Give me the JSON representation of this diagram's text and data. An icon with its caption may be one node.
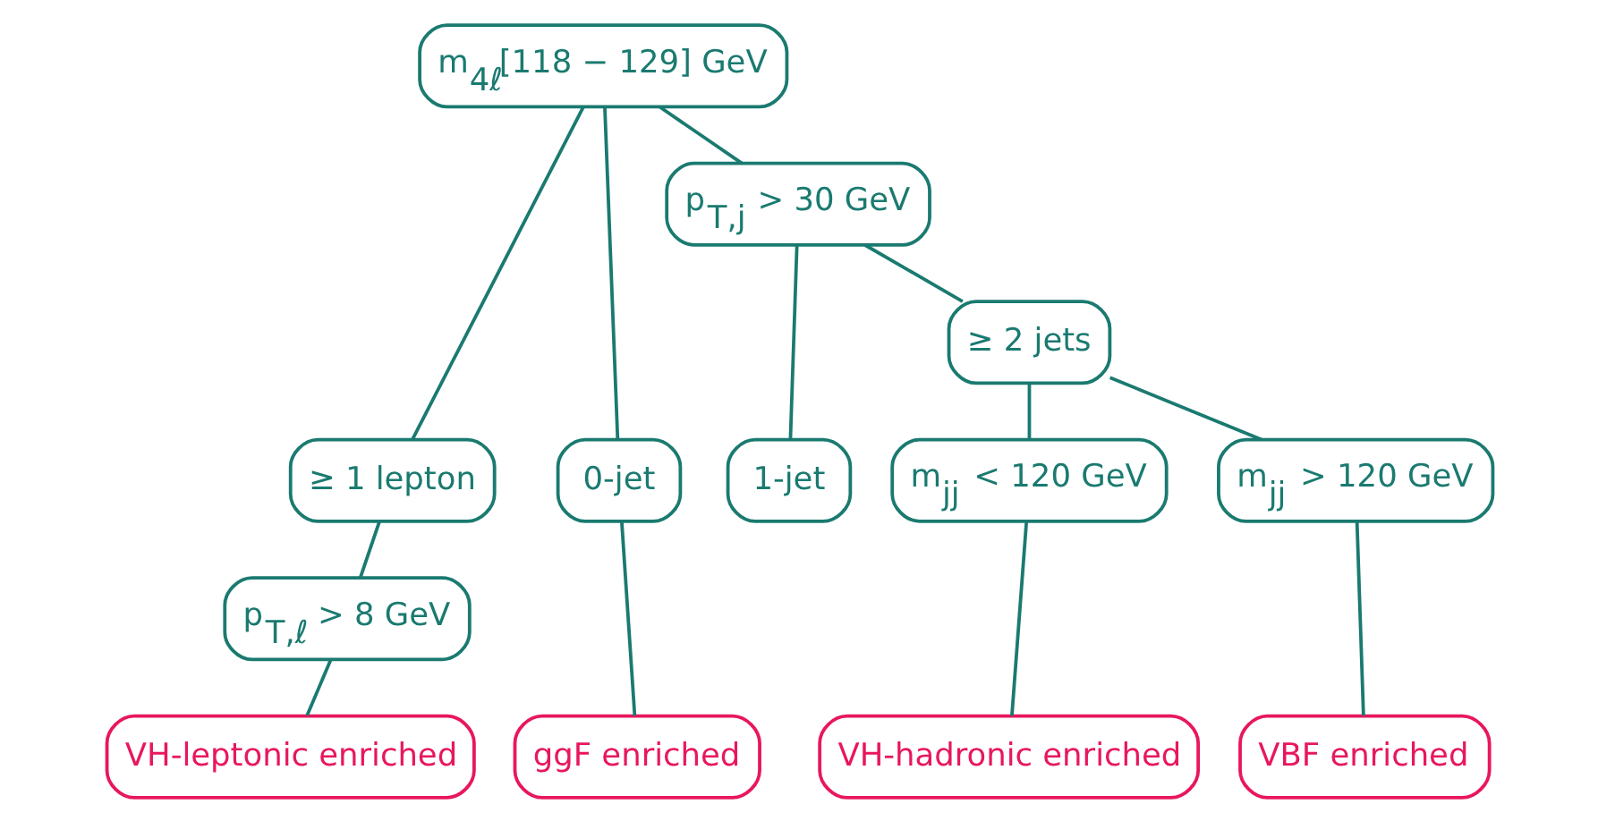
{
  "diagram": {
    "nodes": [
      {
        "text": [
          "m$_{4ℓ}$[118 − 129] GeV"
        ]
      },
      {
        "text": [
          "p$_{T,j}$ > 30 GeV"
        ]
      },
      {
        "text": [
          "≥ 2 jets"
        ]
      },
      {
        "text": [
          "≥ 1 lepton"
        ]
      },
      {
        "text": [
          "0-jet"
        ]
      },
      {
        "text": [
          "1-jet"
        ]
      },
      {
        "text": [
          "m$_{jj}$ < 120 GeV"
        ]
      },
      {
        "text": [
          "m$_{jj}$ > 120 GeV"
        ]
      },
      {
        "text": [
          "p$_{T,ℓ}$ > 8 GeV"
        ]
      },
      {
        "text": [
          "VH-leptonic enriched"
        ]
      },
      {
        "text": [
          "ggF enriched"
        ]
      },
      {
        "text": [
          "VH-hadronic enriched"
        ]
      },
      {
        "text": [
          "VBF enriched"
        ]
      }
    ],
    "edges": [
      {
        "from": 0,
        "to": 3,
        "arrow": "none"
      },
      {
        "from": 0,
        "to": 4,
        "arrow": "none"
      },
      {
        "from": 0,
        "to": 1,
        "arrow": "none"
      },
      {
        "from": 1,
        "to": 5,
        "arrow": "none"
      },
      {
        "from": 1,
        "to": 2,
        "arrow": "none"
      },
      {
        "from": 2,
        "to": 6,
        "arrow": "none"
      },
      {
        "from": 2,
        "to": 7,
        "arrow": "none"
      },
      {
        "from": 3,
        "to": 8,
        "arrow": "none"
      },
      {
        "from": 8,
        "to": 9,
        "arrow": "none"
      },
      {
        "from": 4,
        "to": 10,
        "arrow": "none"
      },
      {
        "from": 6,
        "to": 11,
        "arrow": "none"
      },
      {
        "from": 7,
        "to": 12,
        "arrow": "none"
      }
    ]
  }
}
